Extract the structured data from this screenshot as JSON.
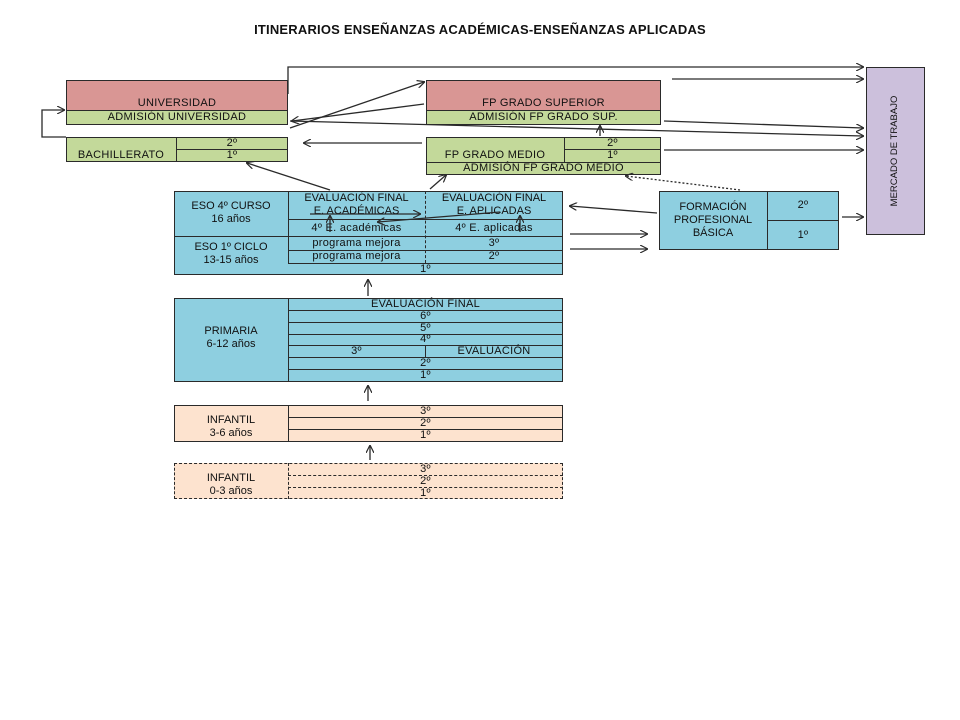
{
  "title": "ITINERARIOS ENSEÑANZAS ACADÉMICAS-ENSEÑANZAS APLICADAS",
  "universidad": {
    "name": "UNIVERSIDAD",
    "admission": "ADMISIÓN UNIVERSIDAD"
  },
  "bachillerato": {
    "name": "BACHILLERATO",
    "course2": "2º",
    "course1": "1º"
  },
  "fp_superior": {
    "name": "FP GRADO SUPERIOR",
    "admission": "ADMISIÓN FP GRADO SUP."
  },
  "fp_medio": {
    "name": "FP GRADO MEDIO",
    "course2": "2º",
    "course1": "1º",
    "admission": "ADMISIÓN FP GRADO MEDIO"
  },
  "mercado": {
    "name": "MERCADO DE TRABAJO"
  },
  "eso": {
    "cuarto_label": "ESO 4º CURSO",
    "cuarto_age": "16 años",
    "primer_label": "ESO 1º CICLO",
    "primer_age": "13-15 años",
    "eval_academicas_1": "EVALUACIÓN FINAL",
    "eval_academicas_2": "E. ACADÉMICAS",
    "eval_aplicadas_1": "EVALUACIÓN FINAL",
    "eval_aplicadas_2": "E. APLICADAS",
    "academicas": "4º E. académicas",
    "aplicadas": "4º E. aplicadas",
    "programa_mejora_1": "programa mejora",
    "programa_mejora_2": "programa mejora",
    "curso3": "3º",
    "curso2": "2º",
    "curso1": "1º"
  },
  "fpb": {
    "line1": "FORMACIÓN",
    "line2": "PROFESIONAL",
    "line3": "BÁSICA",
    "course2": "2º",
    "course1": "1º"
  },
  "primaria": {
    "label": "PRIMARIA",
    "age": "6-12 años",
    "eval_final": "EVALUACIÓN FINAL",
    "c6": "6º",
    "c5": "5º",
    "c4": "4º",
    "c3": "3º",
    "evaluacion": "EVALUACIÓN",
    "c2": "2º",
    "c1": "1º"
  },
  "infantil_3_6": {
    "label": "INFANTIL",
    "age": "3-6 años",
    "c3": "3º",
    "c2": "2º",
    "c1": "1º"
  },
  "infantil_0_3": {
    "label": "INFANTIL",
    "age": "0-3 años",
    "c3": "3º",
    "c2": "2º",
    "c1": "1º"
  }
}
